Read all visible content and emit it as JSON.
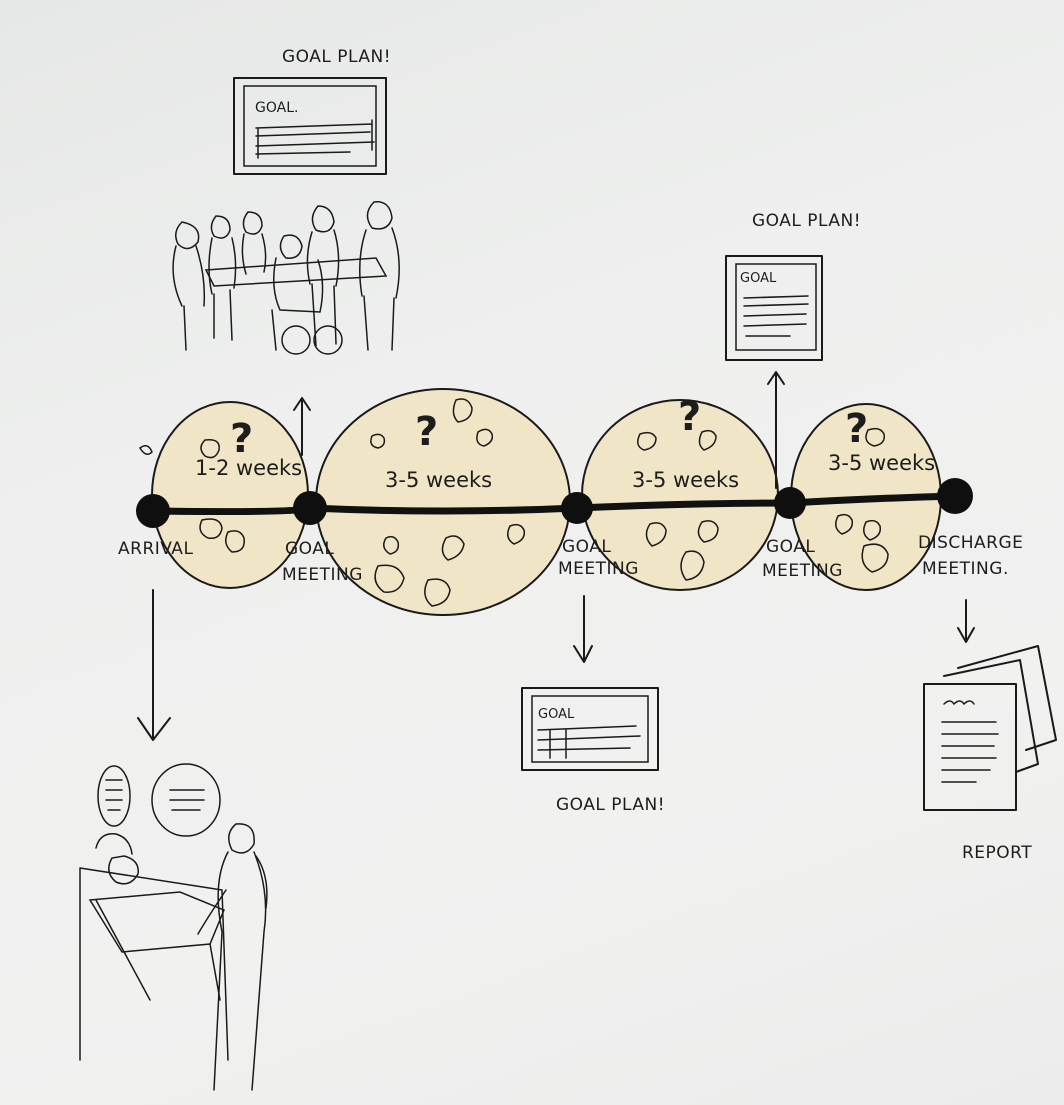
{
  "phases": [
    {
      "duration": "1-2 weeks"
    },
    {
      "duration": "3-5 weeks"
    },
    {
      "duration": "3-5 weeks"
    },
    {
      "duration": "3-5 weeks"
    }
  ],
  "milestones": [
    {
      "label": "ARRIVAL"
    },
    {
      "label_line1": "GOAL",
      "label_line2": "MEETING"
    },
    {
      "label_line1": "GOAL",
      "label_line2": "MEETING"
    },
    {
      "label_line1": "GOAL",
      "label_line2": "MEETING"
    },
    {
      "label_line1": "DISCHARGE",
      "label_line2": "MEETING."
    }
  ],
  "question_mark": "?",
  "artifacts": {
    "goal_plan_caption": "GOAL PLAN!",
    "goal_doc_heading": "GOAL.",
    "goal_doc_heading_short": "GOAL",
    "report_caption": "REPORT"
  }
}
